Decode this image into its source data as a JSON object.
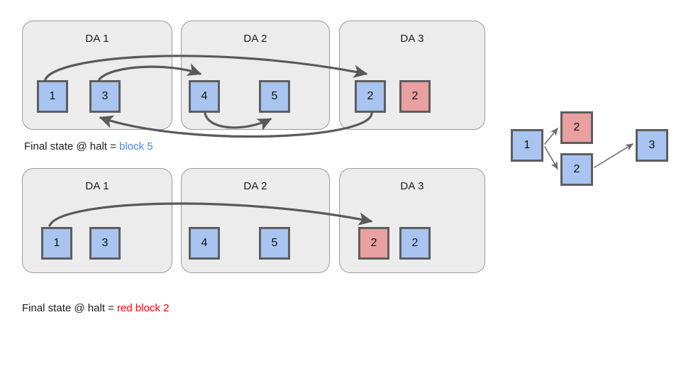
{
  "diagram": {
    "title_hidden": "",
    "rows": [
      {
        "id": "row-1",
        "groups": [
          {
            "label": "DA 1",
            "blocks": [
              {
                "label": "1",
                "color": "blue"
              },
              {
                "label": "3",
                "color": "blue"
              }
            ]
          },
          {
            "label": "DA 2",
            "blocks": [
              {
                "label": "4",
                "color": "blue"
              },
              {
                "label": "5",
                "color": "blue"
              }
            ]
          },
          {
            "label": "DA 3",
            "blocks": [
              {
                "label": "2",
                "color": "blue"
              },
              {
                "label": "2",
                "color": "red"
              }
            ]
          }
        ],
        "caption": {
          "prefix": "Final state @ halt = ",
          "value": "block 5",
          "value_color": "#4a86e8"
        },
        "edges": [
          {
            "from": "1",
            "to": "2",
            "style": "arc-over"
          },
          {
            "from": "3",
            "to": "4",
            "style": "arc-over"
          },
          {
            "from": "4",
            "to": "5",
            "style": "arc-under"
          },
          {
            "from": "2",
            "to": "3",
            "style": "arc-under-long"
          }
        ]
      },
      {
        "id": "row-2",
        "groups": [
          {
            "label": "DA 1",
            "blocks": [
              {
                "label": "1",
                "color": "blue"
              },
              {
                "label": "3",
                "color": "blue"
              }
            ]
          },
          {
            "label": "DA 2",
            "blocks": [
              {
                "label": "4",
                "color": "blue"
              },
              {
                "label": "5",
                "color": "blue"
              }
            ]
          },
          {
            "label": "DA 3",
            "blocks": [
              {
                "label": "2",
                "color": "red"
              },
              {
                "label": "2",
                "color": "blue"
              }
            ]
          }
        ],
        "caption": {
          "prefix": "Final state @ halt = ",
          "value": "red block 2",
          "value_color": "#ff0000"
        },
        "edges": [
          {
            "from": "1",
            "to": "2",
            "style": "arc-over"
          }
        ]
      }
    ],
    "side_graph": {
      "nodes": [
        {
          "id": "n1",
          "label": "1",
          "color": "blue"
        },
        {
          "id": "n2red",
          "label": "2",
          "color": "red"
        },
        {
          "id": "n2blue",
          "label": "2",
          "color": "blue"
        },
        {
          "id": "n3",
          "label": "3",
          "color": "blue"
        }
      ],
      "edges": [
        {
          "from": "n1",
          "to": "n2red"
        },
        {
          "from": "n1",
          "to": "n2blue"
        },
        {
          "from": "n2blue",
          "to": "n3"
        }
      ]
    },
    "colors": {
      "block_blue": "#a9c4f0",
      "block_red": "#e8a0a0",
      "block_border": "#5e5e5e",
      "group_fill": "#ececec",
      "group_border": "#9a9a9a",
      "edge": "#595959",
      "caption_blue": "#4a86e8",
      "caption_red": "#ff0000",
      "background": "#ffffff"
    }
  }
}
